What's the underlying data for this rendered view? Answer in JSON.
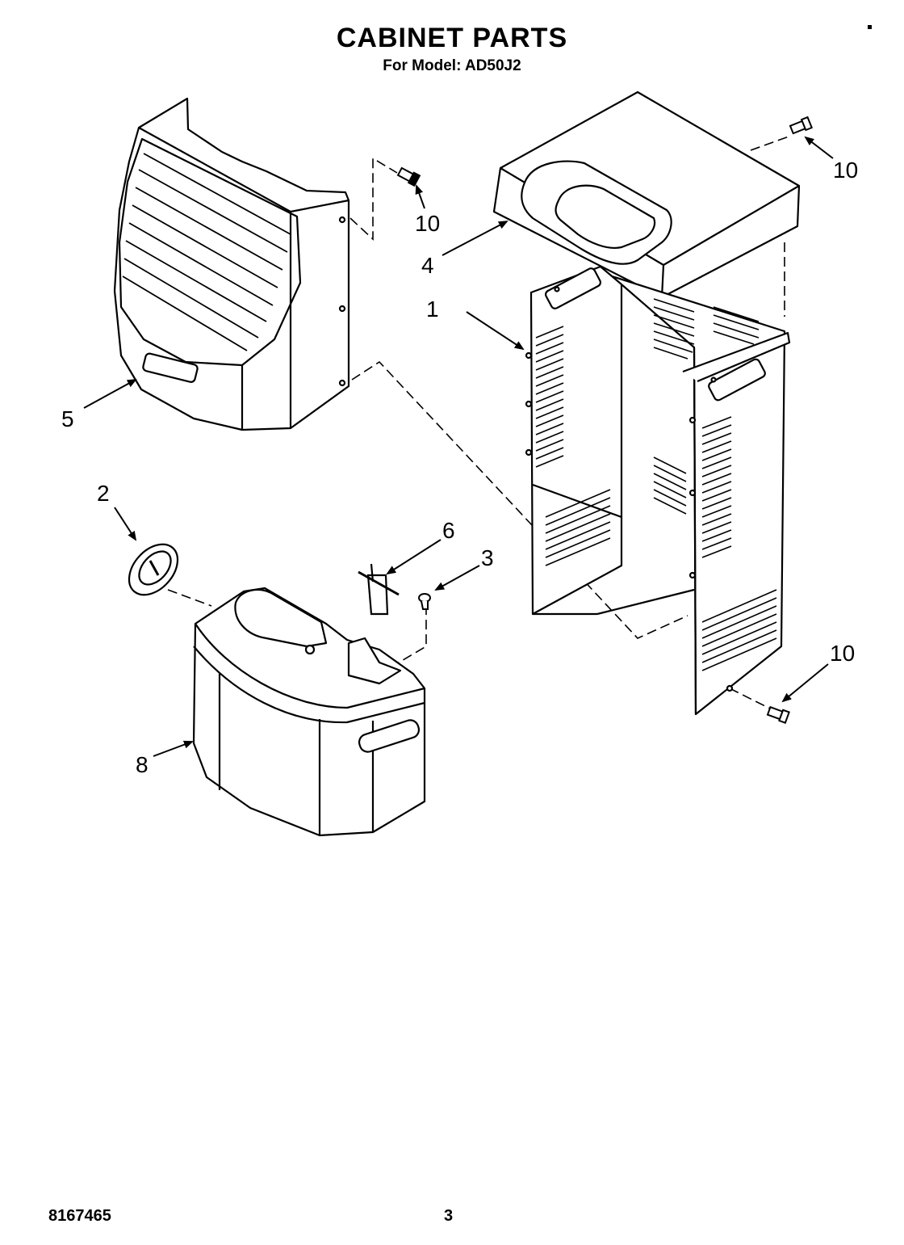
{
  "header": {
    "title": "CABINET PARTS",
    "subtitle": "For Model: AD50J2"
  },
  "footer": {
    "doc_number": "8167465",
    "page_number": "3"
  },
  "callouts": [
    "1",
    "2",
    "3",
    "4",
    "5",
    "6",
    "8",
    "10"
  ]
}
